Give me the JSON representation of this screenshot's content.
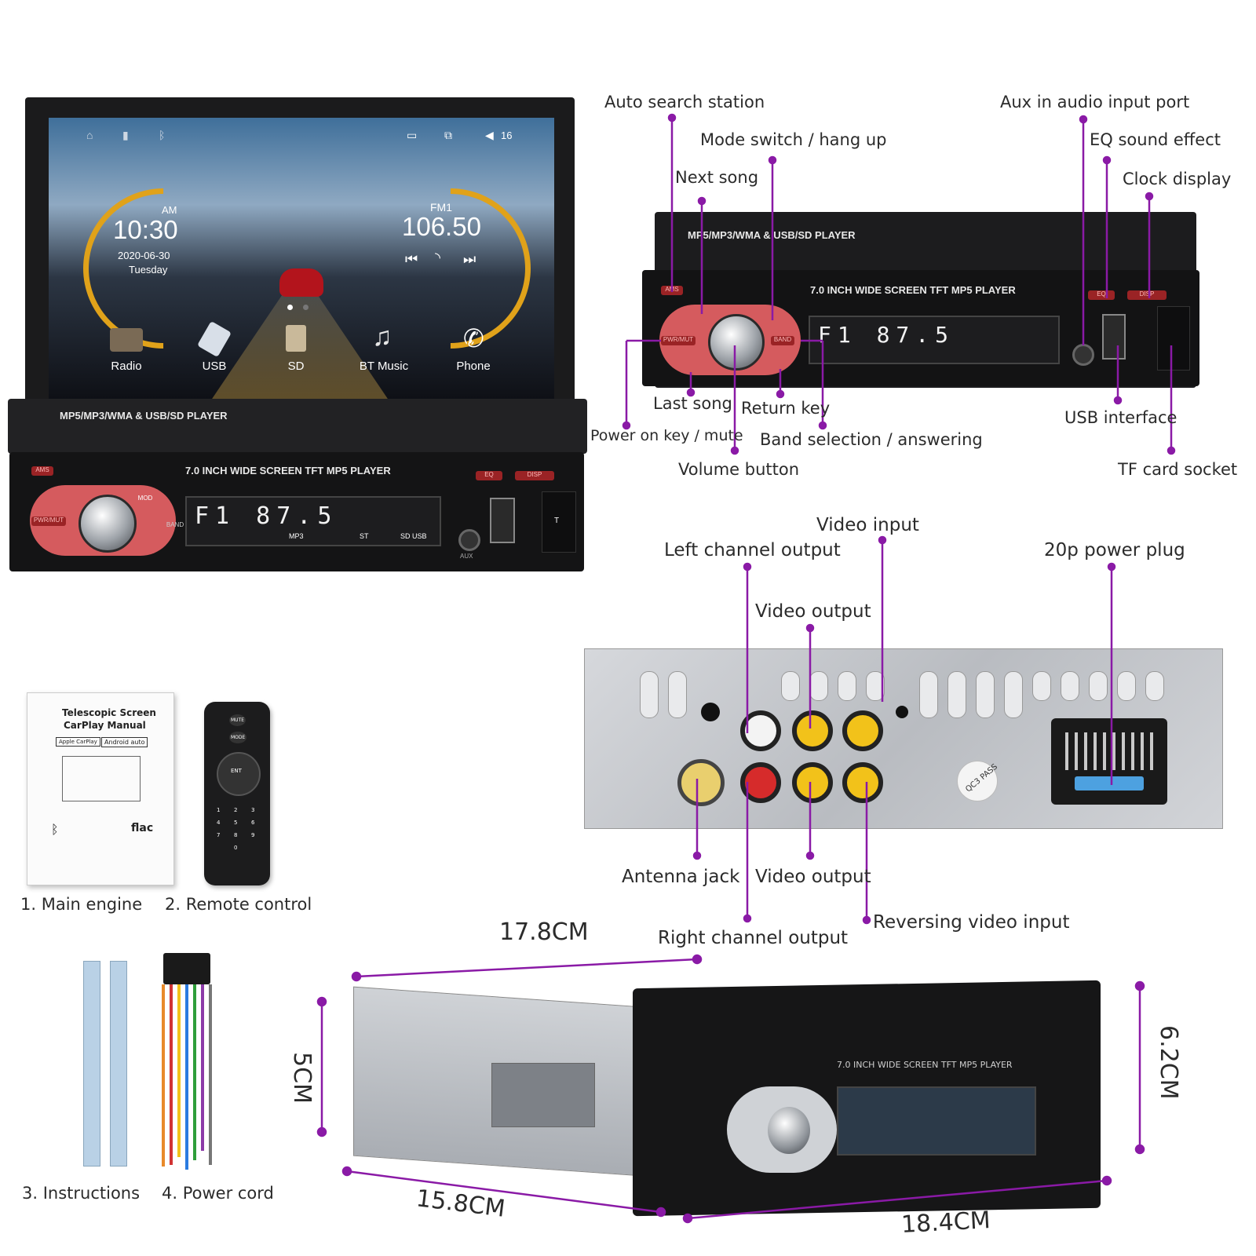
{
  "unit_front": {
    "screen": {
      "status_volume": "16",
      "clock": {
        "ampm": "AM",
        "time": "10:30",
        "date": "2020-06-30",
        "day": "Tuesday"
      },
      "radio": {
        "band": "FM1",
        "freq": "106.50"
      },
      "apps": [
        {
          "label": "Radio",
          "icon": "radio-icon"
        },
        {
          "label": "USB",
          "icon": "usb-icon"
        },
        {
          "label": "SD",
          "icon": "sd-card-icon"
        },
        {
          "label": "BT Music",
          "icon": "music-note-icon"
        },
        {
          "label": "Phone",
          "icon": "phone-icon"
        }
      ]
    },
    "bezel_title": "MP5/MP3/WMA & USB/SD PLAYER",
    "faceplate_title": "7.0 INCH WIDE SCREEN TFT MP5 PLAYER",
    "lcd": "F1 87.5",
    "buttons": {
      "ams": "AMS",
      "eq": "EQ",
      "disp": "DISP",
      "pwr": "PWR/MUT",
      "band": "BAND",
      "mod": "MOD",
      "aux": "AUX",
      "mp3": "MP3",
      "st": "ST",
      "sdusb": "SD USB",
      "t": "T"
    }
  },
  "front_panel_labels": {
    "auto_search": "Auto search station",
    "mode_switch": "Mode switch / hang up",
    "next_song": "Next song",
    "aux_in": "Aux in audio input port",
    "eq_sound": "EQ sound effect",
    "clock_display": "Clock display",
    "last_song": "Last song",
    "return_key": "Return key",
    "power_key": "Power on key / mute",
    "band_selection": "Band selection / answering",
    "volume_button": "Volume button",
    "usb_interface": "USB interface",
    "tf_card": "TF card socket"
  },
  "rear_panel_labels": {
    "video_input": "Video input",
    "left_channel": "Left channel output",
    "power_plug": "20p power plug",
    "video_output_top": "Video output",
    "antenna_jack": "Antenna jack",
    "video_output_bottom": "Video output",
    "reversing": "Reversing video input",
    "right_channel": "Right channel output",
    "qc_sticker": "QC3 PASS"
  },
  "package_contents": [
    "1. Main engine",
    "2. Remote control",
    "3. Instructions",
    "4. Power cord"
  ],
  "manual": {
    "title_line1": "Telescopic Screen",
    "title_line2": "CarPlay Manual",
    "badge1": "Apple CarPlay",
    "badge2": "Android auto",
    "flac": "flac"
  },
  "remote": {
    "mute": "MUTE",
    "mode": "MODE",
    "ent": "ENT",
    "keys": [
      "1",
      "2",
      "3",
      "4",
      "5",
      "6",
      "7",
      "8",
      "9",
      "0"
    ]
  },
  "dimensions": {
    "top_width": "17.8CM",
    "left_height": "5CM",
    "right_height": "6.2CM",
    "bottom_depth": "15.8CM",
    "bottom_width": "18.4CM"
  },
  "colors": {
    "callout": "#8a1aa6",
    "accent_red": "#c83a3f"
  }
}
